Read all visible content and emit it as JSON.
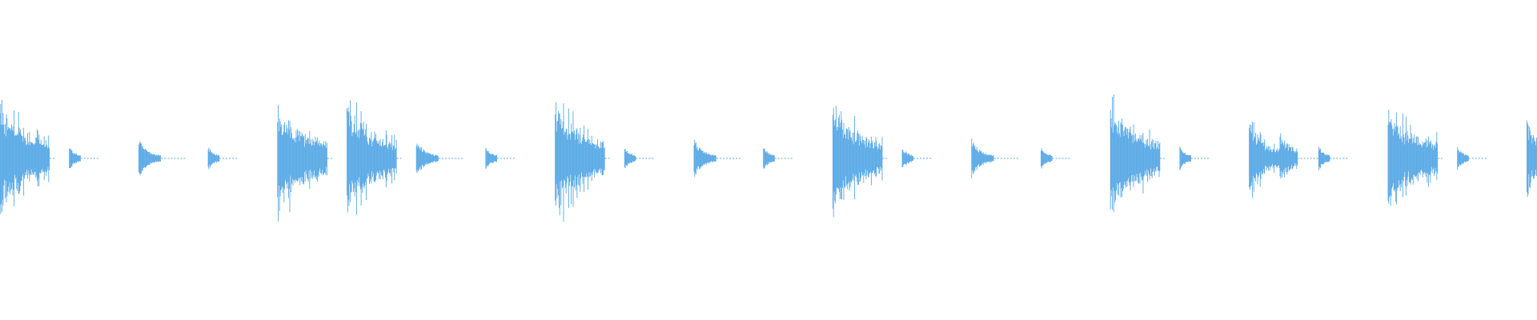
{
  "waveform": {
    "color": "#5aa9e6",
    "background": "#ffffff",
    "pattern": [
      "kick-snare-hit",
      "short-tick",
      "tail-hit",
      "short-tick",
      "kick-snare-hit",
      "kick-snare-hit",
      "tail-hit",
      "short-tick",
      "kick-snare-hit",
      "short-tick",
      "tail-hit",
      "short-tick",
      "kick-snare-hit",
      "short-tick",
      "tail-hit",
      "short-tick",
      "kick-snare-hit",
      "short-tick",
      "double-hit",
      "short-tick",
      "kick-snare-hit",
      "short-tick",
      "double-hit"
    ]
  }
}
